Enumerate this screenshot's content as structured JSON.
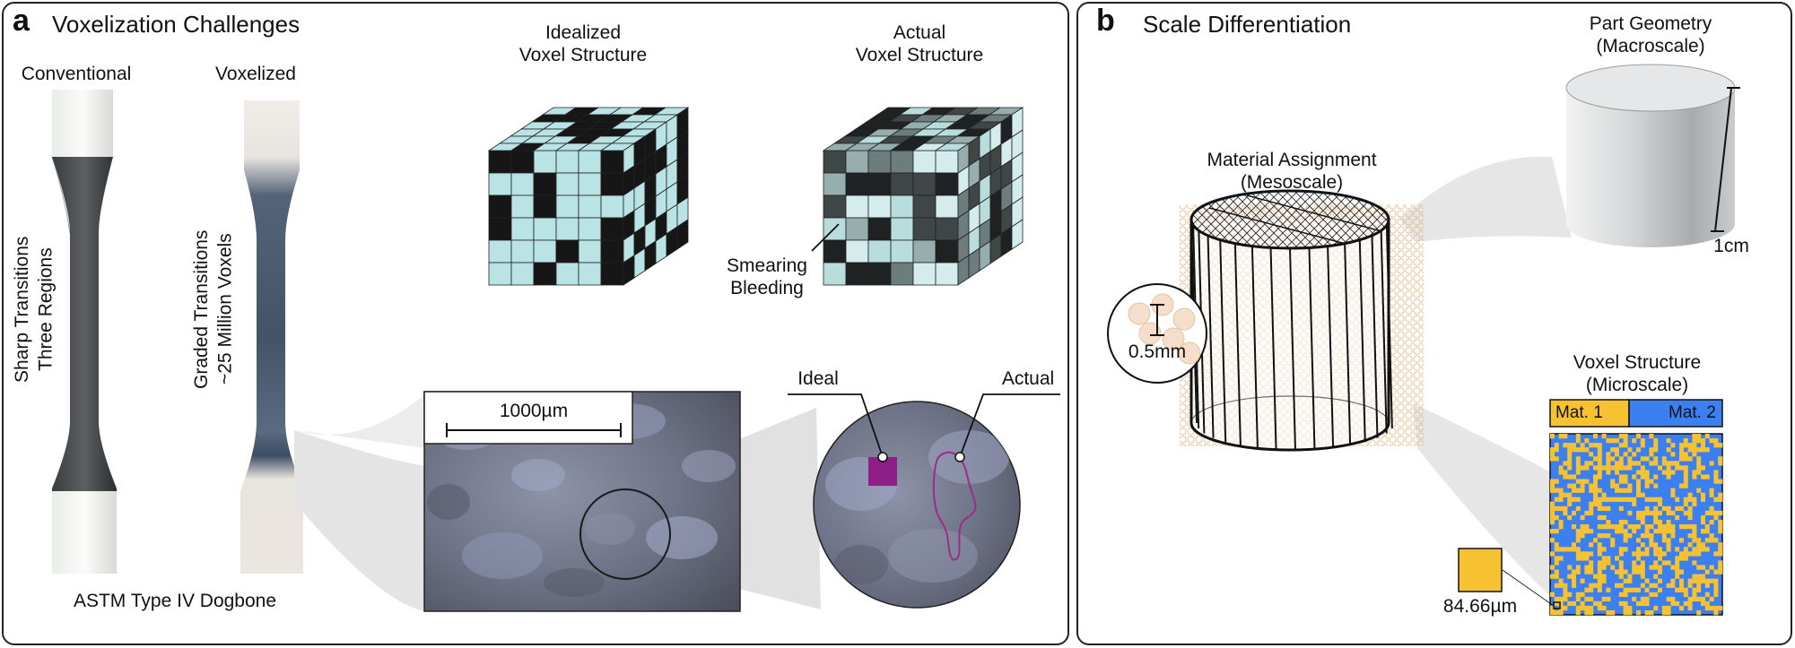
{
  "panel_a": {
    "letter": "a",
    "title": "Voxelization Challenges",
    "conventional": {
      "label": "Conventional",
      "caption_line1": "Sharp Transitions",
      "caption_line2": "Three Regions"
    },
    "voxelized": {
      "label": "Voxelized",
      "caption_line1": "Graded Transitions",
      "caption_line2": "~25 Million Voxels"
    },
    "dogbone_label": "ASTM Type IV Dogbone",
    "idealized_cube": {
      "line1": "Idealized",
      "line2": "Voxel Structure"
    },
    "actual_cube": {
      "line1": "Actual",
      "line2": "Voxel Structure"
    },
    "artifacts": {
      "line1": "Smearing",
      "line2": "Bleeding"
    },
    "scale_bar": "1000µm",
    "ideal_label": "Ideal",
    "actual_label": "Actual"
  },
  "panel_b": {
    "letter": "b",
    "title": "Scale Differentiation",
    "mesoscale": {
      "line1": "Material Assignment",
      "line2": "(Mesoscale)"
    },
    "macroscale": {
      "line1": "Part Geometry",
      "line2": "(Macroscale)"
    },
    "macro_dimension": "1cm",
    "inset_dimension": "0.5mm",
    "microscale": {
      "line1": "Voxel Structure",
      "line2": "(Microscale)"
    },
    "material_1": "Mat. 1",
    "material_2": "Mat. 2",
    "voxel_size": "84.66µm"
  },
  "colors": {
    "voxel_light": "#b9e3e4",
    "voxel_dark": "#161616",
    "mat1": "#f7c231",
    "mat2": "#3b7ff0",
    "ideal": "#8e1f86",
    "actual_outline": "#9b2c8a"
  }
}
